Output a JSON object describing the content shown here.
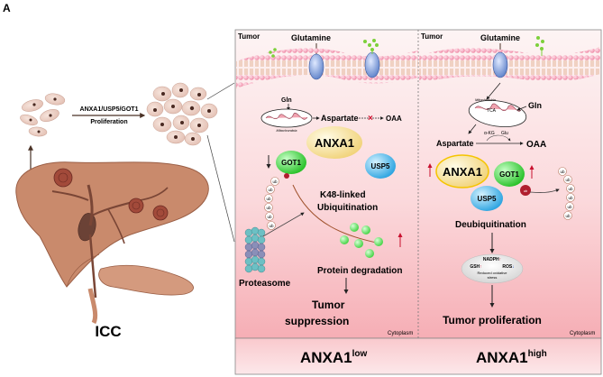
{
  "panel_letter": "A",
  "left": {
    "arrow_label_top": "ANXA1/USP5/GOT1",
    "arrow_label_bottom": "Proliferation",
    "organ_label": "ICC"
  },
  "low_panel": {
    "tumor": "Tumor",
    "glutamine": "Glutamine",
    "gln": "Gln",
    "mitochondria": "Mitochondria",
    "aspartate": "Aspartate",
    "oaa": "OAA",
    "anxa1": "ANXA1",
    "got1": "GOT1",
    "usp5": "USP5",
    "ub": "ub",
    "k48": "K48-linked",
    "ubiquitination": "Ubiquitination",
    "proteasome": "Proteasome",
    "protein_degradation": "Protein degradation",
    "outcome_line1": "Tumor",
    "outcome_line2": "suppression",
    "cytoplasm": "Cytoplasm",
    "footer_main": "ANXA1",
    "footer_sup": "low"
  },
  "high_panel": {
    "tumor": "Tumor",
    "glutamine": "Glutamine",
    "gln": "Gln",
    "mitochondria": "Mitochondria",
    "tca": "TCA",
    "aspartate": "Aspartate",
    "oaa": "OAA",
    "akg": "α-KG",
    "glu": "Glu",
    "anxa1": "ANXA1",
    "got1": "GOT1",
    "usp5": "USP5",
    "ub": "ub",
    "deubiquitination": "Deubiquitination",
    "nadph": "NADPH",
    "gsh": "GSH",
    "ros": "ROS",
    "reduced_line1": "Reduced oxidative",
    "reduced_line2": "stress",
    "outcome": "Tumor proliferation",
    "cytoplasm": "Cytoplasm",
    "footer_main": "ANXA1",
    "footer_sup": "high"
  },
  "colors": {
    "panel_bg_top": "#fdf3f3",
    "panel_bg_bottom": "#f7b8bd",
    "membrane": "#f3a3b6",
    "anxa1": "#f7e39a",
    "got1": "#3fcb3f",
    "usp5": "#3ab0e6",
    "liver": "#c7866a",
    "arrow": "#5a3a2a"
  }
}
